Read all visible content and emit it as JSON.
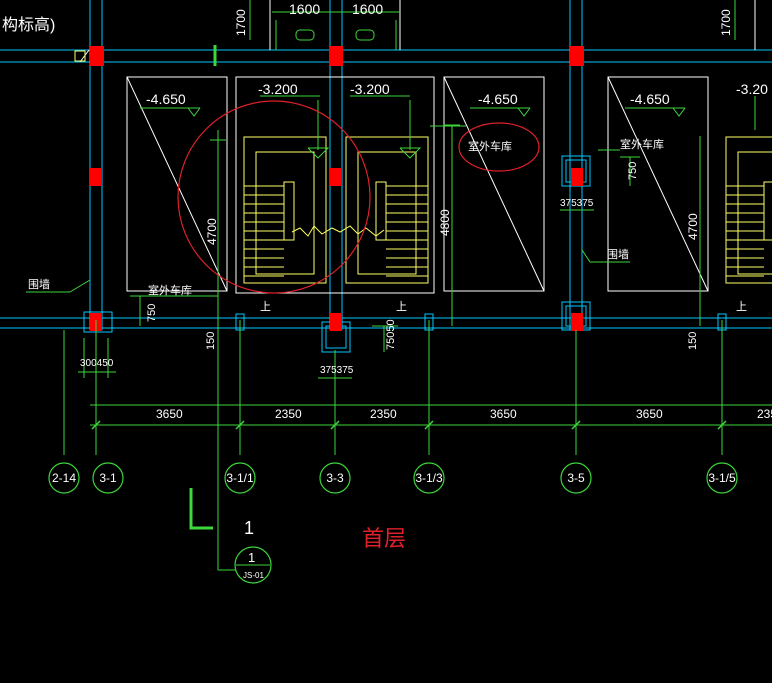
{
  "drawing": {
    "title_fragment": "构标高)",
    "floor_title": "首层",
    "section_mark": {
      "number": "1",
      "bubble_top": "1",
      "bubble_bottom": "JS-01"
    }
  },
  "levels": [
    "-4.650",
    "-3.200",
    "-3.200",
    "-4.650",
    "-4.650",
    "-3.20"
  ],
  "top_dims": {
    "dim_1700_a": "1700",
    "dim_1600_a": "1600",
    "dim_1600_b": "1600",
    "dim_1700_b": "1700"
  },
  "labels": {
    "garage_1": "室外车库",
    "garage_2": "室外车库",
    "garage_3": "室外车库",
    "wall_1": "围墙",
    "wall_2": "围墙",
    "stair_up_1": "上",
    "stair_up_2": "上",
    "stair_up_3": "上"
  },
  "local_dims": {
    "d4700_a": "4700",
    "d4800": "4800",
    "d4700_b": "4700",
    "d750_a": "750",
    "d750_b": "750",
    "d150_a": "150",
    "d150_b": "150",
    "d300_450": "300450",
    "d375_375_a": "375375",
    "d375_375_b": "375375",
    "d750_50": "75050"
  },
  "bay_dims": [
    "3650",
    "2350",
    "2350",
    "3650",
    "3650",
    "235"
  ],
  "axes": [
    "2-14",
    "3-1",
    "3-1/1",
    "3-3",
    "3-1/3",
    "3-5",
    "3-1/5"
  ],
  "colors": {
    "wall": "#00c8ff",
    "dimension": "#3dd63d",
    "column": "#ff0000",
    "stair": "#ffff66",
    "outline": "#ffffff",
    "annotation": "#e0202a"
  }
}
